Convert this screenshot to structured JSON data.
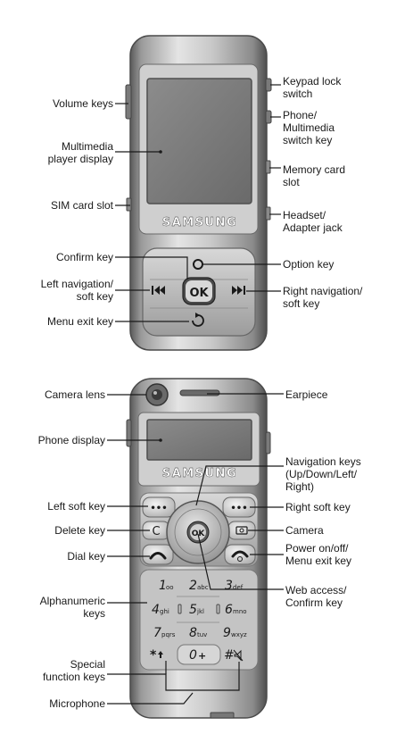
{
  "colors": {
    "body_dark": "#6e6e6e",
    "body_mid": "#b4b4b4",
    "body_light": "#e8e8e8",
    "screen": "#7d7d7d",
    "label": "#1a1a1a"
  },
  "brand": "SAMSUNG",
  "top_phone": {
    "ok_label": "OK",
    "left_labels": {
      "volume": "Volume keys",
      "display_1": "Multimedia",
      "display_2": "player display",
      "sim": "SIM card slot",
      "confirm": "Confirm key",
      "leftnav_1": "Left navigation/",
      "leftnav_2": "soft key",
      "menu_exit": "Menu exit key"
    },
    "right_labels": {
      "keylock_1": "Keypad lock",
      "keylock_2": "switch",
      "switch_1": "Phone/",
      "switch_2": "Multimedia",
      "switch_3": "switch key",
      "memory_1": "Memory card",
      "memory_2": "slot",
      "jack_1": "Headset/",
      "jack_2": "Adapter jack",
      "option": "Option key",
      "rightnav_1": "Right navigation/",
      "rightnav_2": "soft key"
    }
  },
  "bottom_phone": {
    "ok_label": "OK",
    "keypad": {
      "k1": "1",
      "k1s": "oo",
      "k2": "2",
      "k2s": "abc",
      "k3": "3",
      "k3s": "def",
      "k4": "4",
      "k4s": "ghi",
      "k5": "5",
      "k5s": "jkl",
      "k6": "6",
      "k6s": "mno",
      "k7": "7",
      "k7s": "pqrs",
      "k8": "8",
      "k8s": "tuv",
      "k9": "9",
      "k9s": "wxyz",
      "k0": "0",
      "k0s": "+",
      "kstar": "*",
      "khash": "#",
      "clear": "C",
      "soft_dots": "•••"
    },
    "left_labels": {
      "lens": "Camera lens",
      "display": "Phone display",
      "left_soft": "Left soft key",
      "delete": "Delete key",
      "dial": "Dial key",
      "alpha_1": "Alphanumeric",
      "alpha_2": "keys",
      "special_1": "Special",
      "special_2": "function keys",
      "mic": "Microphone"
    },
    "right_labels": {
      "earpiece": "Earpiece",
      "nav_1": "Navigation keys",
      "nav_2": "(Up/Down/Left/",
      "nav_3": "Right)",
      "right_soft": "Right soft key",
      "camera": "Camera",
      "power_1": "Power on/off/",
      "power_2": "Menu exit key",
      "web_1": "Web access/",
      "web_2": "Confirm key"
    }
  }
}
